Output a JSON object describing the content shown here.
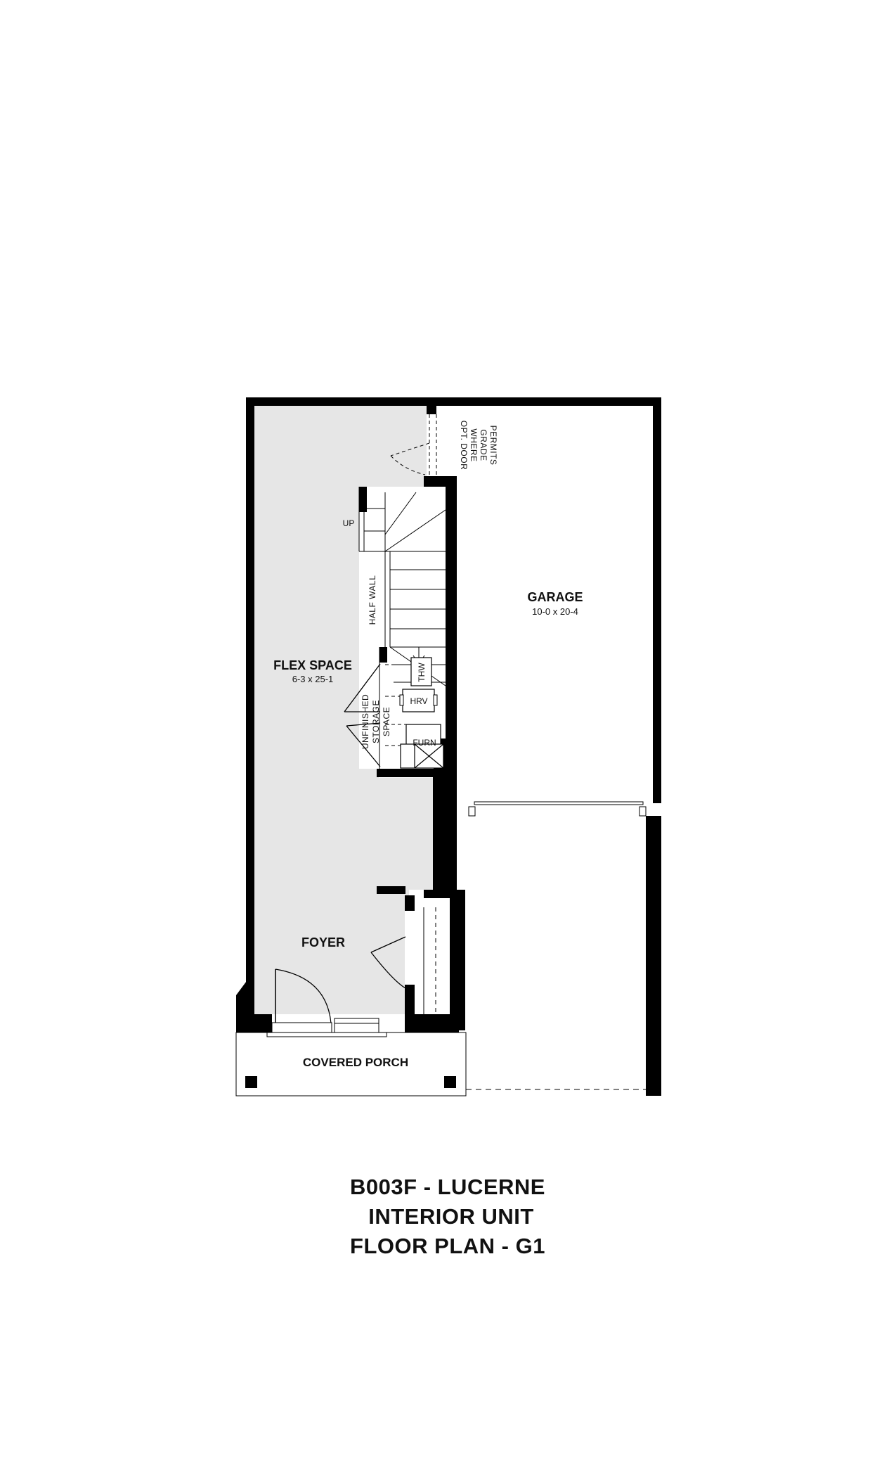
{
  "rooms": {
    "flex_space": {
      "title": "FLEX SPACE",
      "dims": "6-3 x 25-1"
    },
    "garage": {
      "title": "GARAGE",
      "dims": "10-0 x 20-4"
    },
    "foyer": {
      "title": "FOYER"
    },
    "covered_porch": {
      "title": "COVERED PORCH"
    }
  },
  "labels": {
    "up": "UP",
    "half_wall": "HALF WALL",
    "storage_line1": "UNFINISHED",
    "storage_line2": "STORAGE",
    "storage_line3": "SPACE",
    "thw": "THW",
    "hrv": "HRV",
    "furn": "FURN",
    "opt_door_line1": "OPT. DOOR",
    "opt_door_line2": "WHERE",
    "opt_door_line3": "GRADE",
    "opt_door_line4": "PERMITS"
  },
  "caption": {
    "line1": "B003F - LUCERNE",
    "line2": "INTERIOR UNIT",
    "line3": "FLOOR PLAN - G1"
  }
}
